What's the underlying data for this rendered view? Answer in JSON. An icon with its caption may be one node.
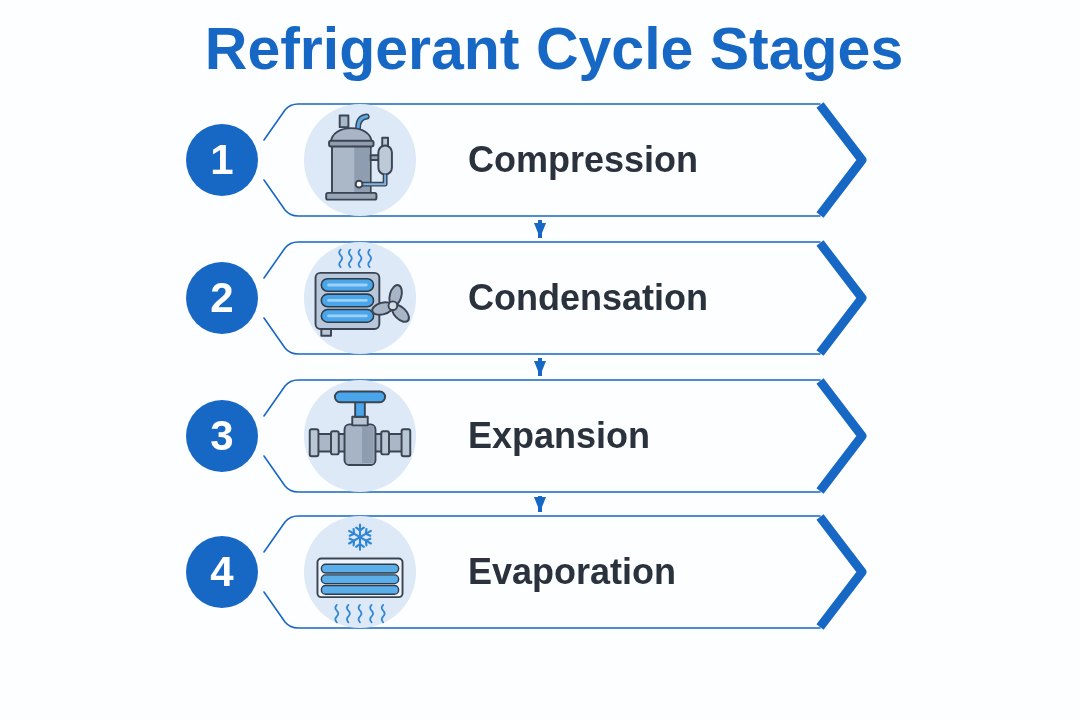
{
  "diagram": {
    "title": "Refrigerant Cycle Stages",
    "nodes": [
      {
        "text": [
          "1"
        ]
      },
      {
        "text": [
          "Compression"
        ]
      },
      {
        "text": [
          "2"
        ]
      },
      {
        "text": [
          "Condensation"
        ]
      },
      {
        "text": [
          "3"
        ]
      },
      {
        "text": [
          "Expansion"
        ]
      },
      {
        "text": [
          "4"
        ]
      },
      {
        "text": [
          "Evaporation"
        ]
      }
    ],
    "edges": [
      {
        "from": 1,
        "to": 3,
        "arrow": "to"
      },
      {
        "from": 3,
        "to": 5,
        "arrow": "to"
      },
      {
        "from": 5,
        "to": 7,
        "arrow": "to"
      }
    ]
  }
}
